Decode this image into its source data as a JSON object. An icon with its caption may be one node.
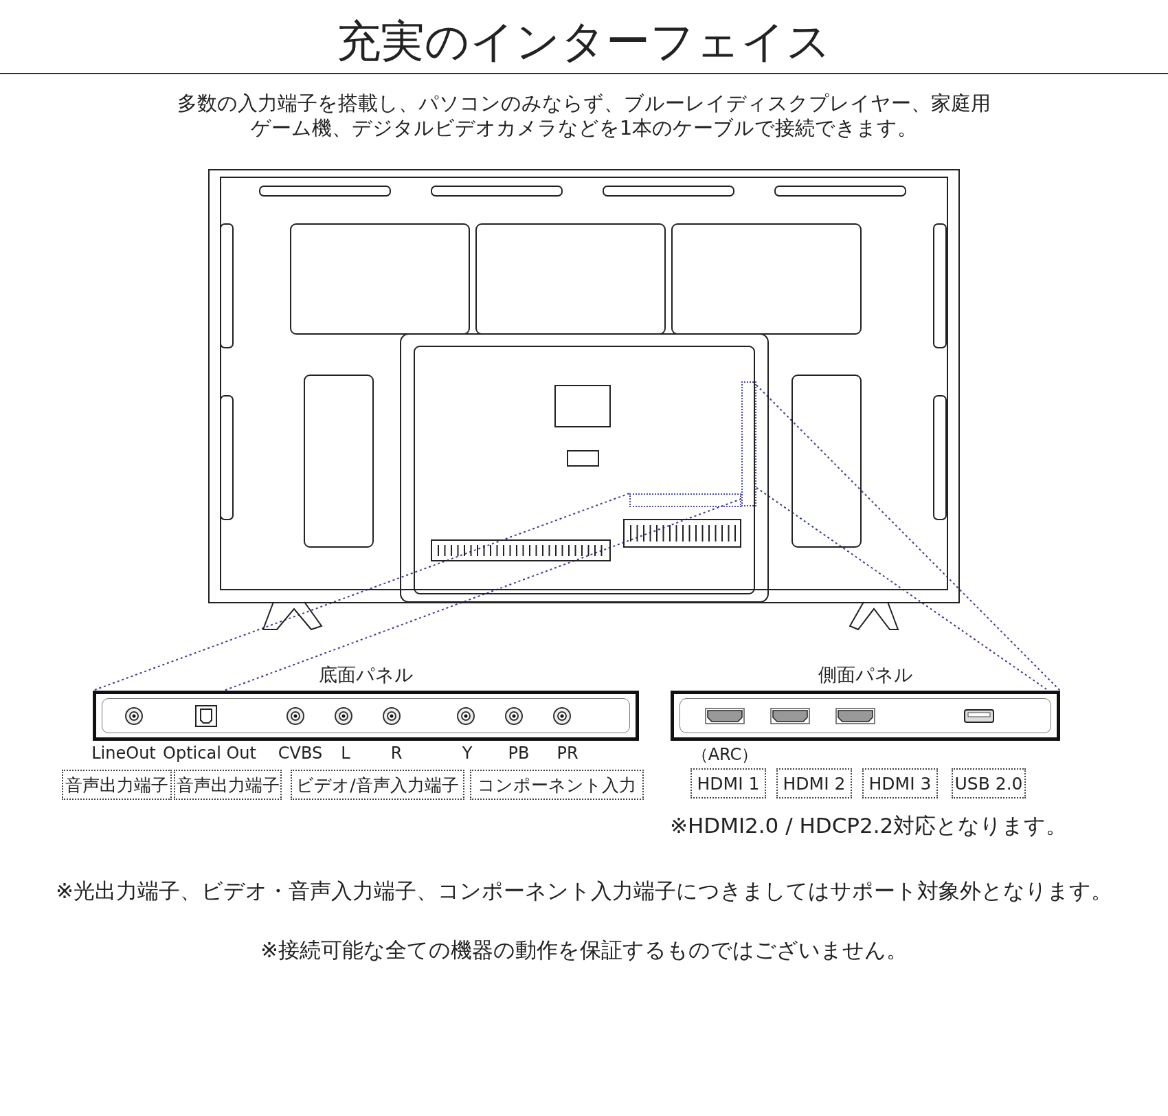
{
  "diagram": {
    "title": "充実のインターフェイス",
    "nodes": [
      {
        "text": [],
        "shape": "picture"
      },
      {
        "text": [],
        "shape": "box",
        "in": 0
      },
      {
        "text": [],
        "shape": "box",
        "in": 0
      },
      {
        "text": [
          "底面パネル"
        ]
      },
      {
        "text": [
          "側面パネル"
        ]
      },
      {
        "text": [
          "音声出力端子"
        ]
      },
      {
        "text": [
          "音声出力端子"
        ]
      },
      {
        "text": [
          "ビデオ/音声入力端子"
        ]
      },
      {
        "text": [
          "コンポーネント入力"
        ]
      },
      {
        "text": [
          "HDMI 1"
        ]
      },
      {
        "text": [
          "HDMI 2"
        ]
      },
      {
        "text": [
          "HDMI 3"
        ]
      },
      {
        "text": [
          "USB 2.0"
        ]
      }
    ],
    "edges": [
      {
        "from": 1,
        "to": 3,
        "arrow": "none",
        "style": "dashed",
        "color": "#3a3a9c"
      },
      {
        "from": 1,
        "to": 3,
        "arrow": "none",
        "style": "dashed",
        "color": "#3a3a9c"
      },
      {
        "from": 2,
        "to": 4,
        "arrow": "none",
        "style": "dashed",
        "color": "#3a3a9c"
      },
      {
        "from": 2,
        "to": 4,
        "arrow": "none",
        "style": "dashed",
        "color": "#3a3a9c"
      }
    ],
    "labels": [
      "多数の入力端子を搭載し、パソコンのみならず、ブルーレイディスクプレイヤー、家庭用ゲーム機、デジタルビデオカメラなどを1本のケーブルで接続できます。",
      "LineOut",
      "Optical Out",
      "CVBS",
      "L",
      "R",
      "Y",
      "PB",
      "PR",
      "（ARC）",
      "※HDMI2.0 / HDCP2.2対応となります。",
      "※光出力端子、ビデオ・音声入力端子、コンポーネント入力端子につきましてはサポート対象外となります。",
      "※接続可能な全ての機器の動作を保証するものではございません。"
    ]
  }
}
